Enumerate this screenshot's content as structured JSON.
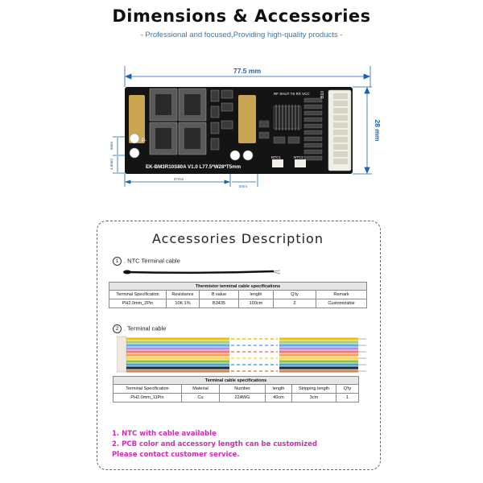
{
  "header": {
    "title": "Dimensions & Accessories",
    "subtitle": "- Professional and focused,Providing high-quality products -"
  },
  "board": {
    "length_label": "77.5 mm",
    "width_label": "28 mm",
    "dim_left_top": "6mm",
    "dim_left_bottom": "4.8mm",
    "dim_bottom_left": "37mm",
    "dim_bottom_right": "5mm",
    "silkscreen_model": "EK-BM3R10S80A  V1.0   L77.5*W28*T5mm",
    "silkscreen_port": "P-",
    "silkscreen_pins": "RF SHUT TS RX VCC",
    "silkscreen_b10": "B10",
    "silkscreen_ntc1": "NTC1",
    "silkscreen_ntc2": "NTC2",
    "colors": {
      "pcb": "#141414",
      "copper": "#c9a552",
      "dimension": "#1d5fb0"
    }
  },
  "accessories": {
    "title": "Accessories Description",
    "item1": {
      "number": "1",
      "label": ". NTC Terminal cable"
    },
    "item2": {
      "number": "2",
      "label": ". Terminal cable"
    },
    "table1": {
      "title": "Thermistor terminal cable specifications",
      "headers": [
        "Terminal Specification",
        "Resistance",
        "B value",
        "length",
        "Q'ty",
        "Remark"
      ],
      "row": [
        "PH2.0mm_2Pin",
        "10K   1%",
        "B3435",
        "100cm",
        "2",
        "Customizable"
      ]
    },
    "table2": {
      "title": "Terminal cable specifications",
      "headers": [
        "Terminal Specification",
        "Material",
        "Number",
        "length",
        "Stripping length",
        "Q'ty"
      ],
      "row": [
        "PH2.0mm_11Pin",
        "Cu",
        "22AWG",
        "40cm",
        "3cm",
        "1"
      ]
    },
    "notes": [
      "1. NTC with cable available",
      "2. PCB color and accessory length can be customized",
      "Please contact customer service."
    ]
  }
}
